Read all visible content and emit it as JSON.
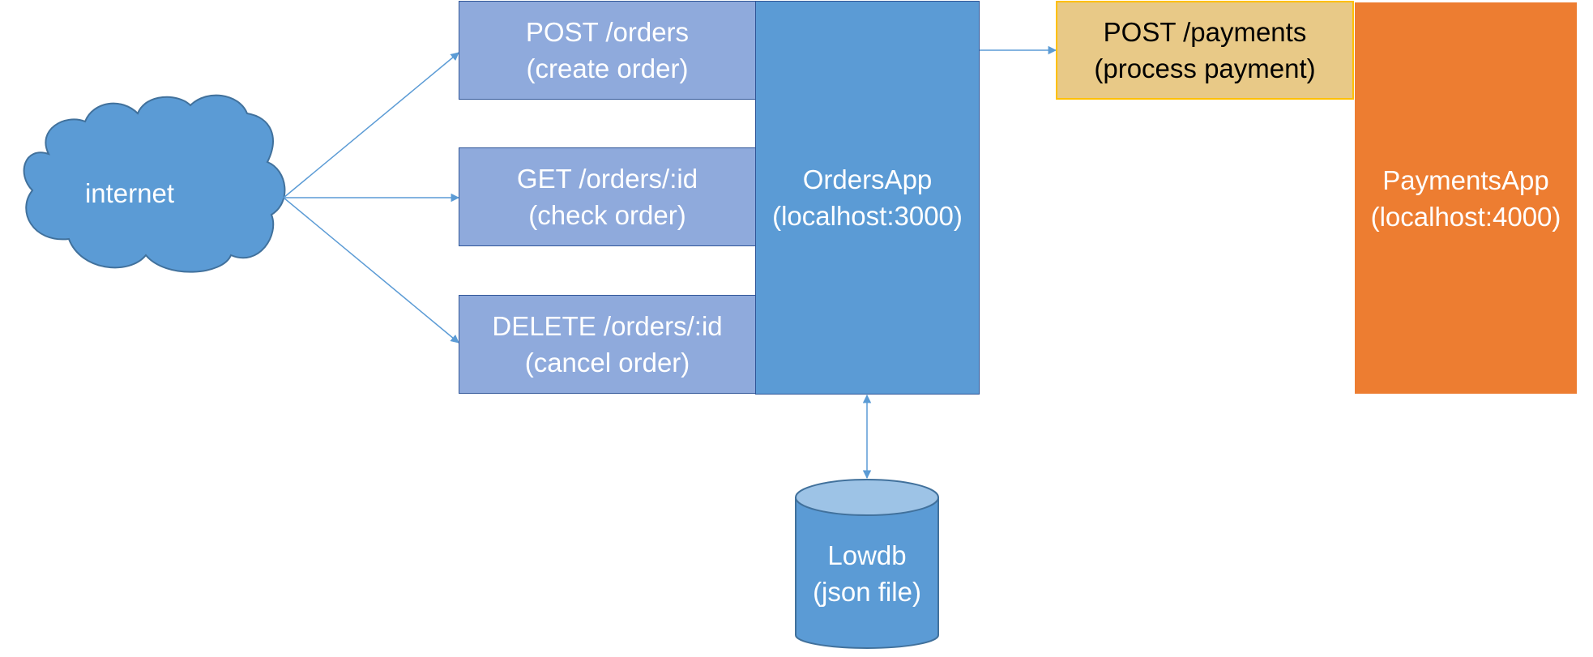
{
  "colors": {
    "cloud_fill": "#5b9bd5",
    "cloud_stroke": "#41719c",
    "endpoint_fill": "#8faadc",
    "orders_app_fill": "#5b9bd5",
    "payments_endpoint_fill": "#e8c987",
    "payments_endpoint_border": "#ffc000",
    "payments_app_fill": "#ed7d31",
    "db_fill": "#5b9bd5",
    "db_top_fill": "#9dc3e6",
    "arrow": "#5b9bd5"
  },
  "internet": {
    "label": "internet",
    "icon": "cloud-icon"
  },
  "orders_endpoints": [
    {
      "method_path": "POST /orders",
      "description": "(create order)"
    },
    {
      "method_path": "GET /orders/:id",
      "description": "(check order)"
    },
    {
      "method_path": "DELETE /orders/:id",
      "description": "(cancel order)"
    }
  ],
  "orders_app": {
    "name": "OrdersApp",
    "host": "(localhost:3000)"
  },
  "payments_endpoint": {
    "method_path": "POST /payments",
    "description": "(process payment)"
  },
  "payments_app": {
    "name": "PaymentsApp",
    "host": "(localhost:4000)"
  },
  "database": {
    "name": "Lowdb",
    "type": "(json file)",
    "icon": "database-cylinder-icon"
  }
}
